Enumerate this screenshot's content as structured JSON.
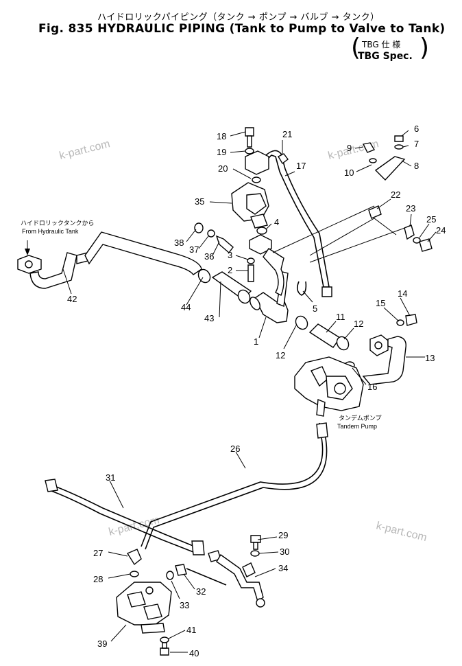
{
  "title": {
    "jp": "ハイドロリックパイピング（タンク → ポンプ → バルブ → タンク）",
    "en": "Fig. 835 HYDRAULIC PIPING (Tank to Pump to Valve to Tank)",
    "spec_jp": "TBG 仕 様",
    "spec_en": "TBG Spec."
  },
  "notes": {
    "from_tank_jp": "ハイドロリックタンクから",
    "from_tank_en": "From Hydraulic Tank",
    "pump_jp": "タンデムポンプ",
    "pump_en": "Tandem Pump"
  },
  "watermark": "k-part.com",
  "callouts": [
    "18",
    "21",
    "6",
    "19",
    "9",
    "7",
    "17",
    "20",
    "10",
    "8",
    "22",
    "35",
    "23",
    "4",
    "25",
    "24",
    "38",
    "37",
    "36",
    "3",
    "2",
    "42",
    "5",
    "44",
    "43",
    "14",
    "15",
    "11",
    "12",
    "1",
    "12",
    "13",
    "16",
    "26",
    "31",
    "29",
    "27",
    "30",
    "34",
    "28",
    "32",
    "33",
    "41",
    "39",
    "40"
  ]
}
